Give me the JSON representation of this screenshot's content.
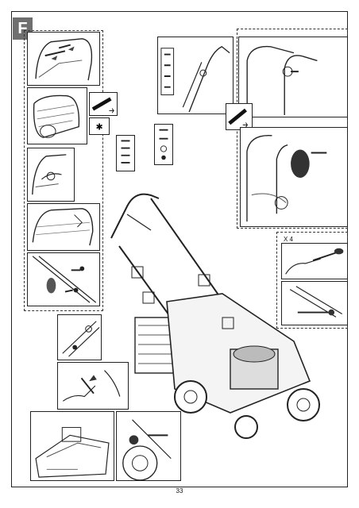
{
  "section": {
    "letter": "F"
  },
  "labels": {
    "quantity": "X 4"
  },
  "footer": {
    "page_number": "33"
  }
}
